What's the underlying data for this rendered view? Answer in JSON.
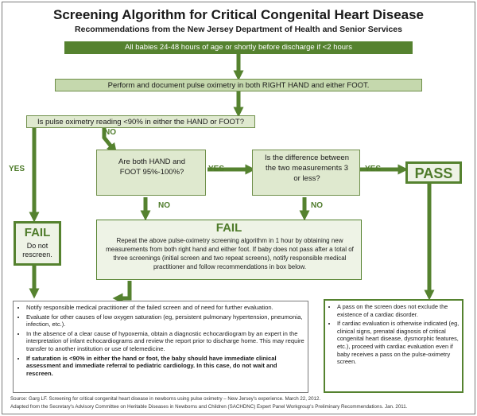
{
  "title": "Screening Algorithm for Critical Congenital Heart Disease",
  "subtitle": "Recommendations from the New Jersey Department of Health and Senior Services",
  "steps": {
    "start": "All babies 24-48 hours of age or shortly before discharge if <2 hours",
    "perform": "Perform and document pulse oximetry in both RIGHT HAND and either FOOT.",
    "question1": "Is pulse oximetry reading <90% in either the HAND or FOOT?",
    "question2": "Are both HAND and FOOT 95%-100%?",
    "question3": "Is the difference between the two measurements 3 or less?"
  },
  "labels": {
    "yes": "YES",
    "no": "NO"
  },
  "pass": {
    "title": "PASS"
  },
  "fail_left": {
    "title": "FAIL",
    "text": "Do not rescreen."
  },
  "fail_center": {
    "title": "FAIL",
    "text": "Repeat the above pulse-oximetry screening algorithm in 1 hour by obtaining new measurements from both right hand and either foot. If baby does not pass after a total of three screenings (initial screen and two repeat screens), notify responsible medical practitioner and follow recommendations in box below."
  },
  "fail_actions": {
    "items": [
      "Notify responsible medical practitioner of the failed screen and of need for further evaluation.",
      "Evaluate for other causes of low oxygen saturation (eg, persistent pulmonary hypertension, pneumonia, infection, etc.).",
      "In the absence of a clear cause of hypoxemia, obtain a diagnostic echocardiogram by an expert in the interpretation of infant echocardiograms and review the report prior to discharge home. This may require transfer to another institution or use of telemedicine."
    ],
    "bold_item": "If saturation is <90% in either the hand or foot, the baby should have immediate clinical assessment and immediate referral to pediatric cardiology. In this case, do not wait and rescreen."
  },
  "pass_notes": {
    "items": [
      "A pass on the screen does not exclude the existence of a cardiac disorder.",
      "If cardiac evaluation is otherwise indicated (eg, clinical signs, prenatal diagnosis of critical congenital heart disease, dysmorphic features, etc.), proceed with cardiac evaluation even if baby receives a pass on the pulse-oximetry screen."
    ]
  },
  "sources": {
    "line1": "Source: Garg LF. Screening for critical congenital heart disease in newborns using pulse oximetry – New Jersey's experience. March 22, 2012.",
    "line2": "Adapted from the Secretary's Advisory Committee on Heritable Diseases in Newborns and Children (SACHDNC) Expert Panel Workgroup's Preliminary Recommendations. Jan. 2011."
  },
  "colors": {
    "dark_green": "#55822f",
    "light_green": "#dfe9cf",
    "arrow_green": "#55822f"
  }
}
